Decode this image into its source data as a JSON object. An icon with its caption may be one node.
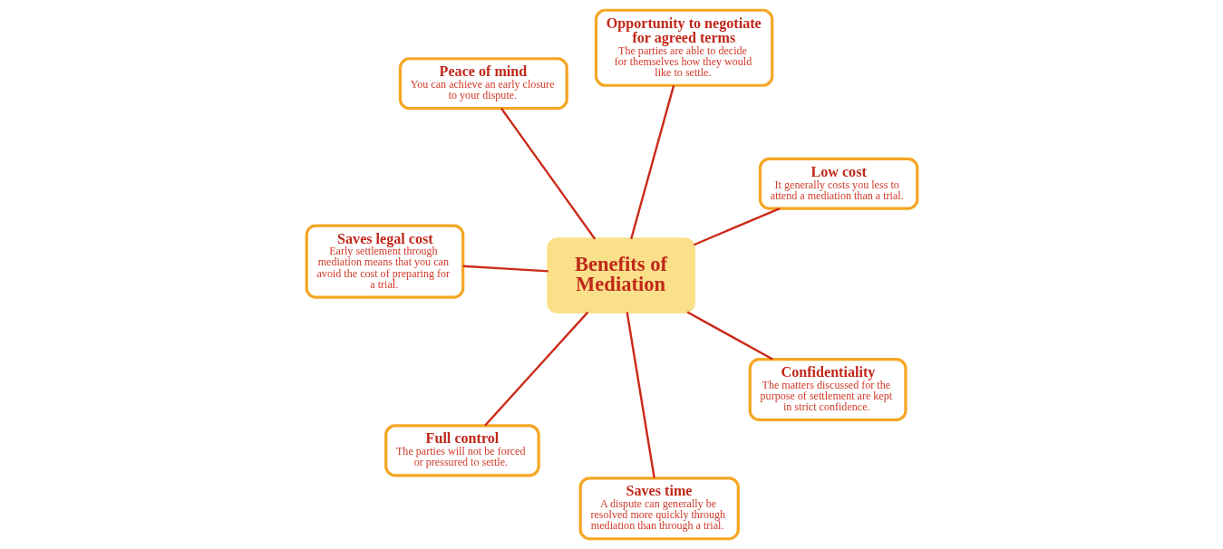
{
  "diagram": {
    "nodes": [
      {
        "text": [
          "Saves legal cost",
          "Early settlement through mediation means that you can avoid the cost of preparing for a trial."
        ]
      },
      {
        "text": [
          "Low cost",
          "It generally costs you less to attend a mediation than a trial."
        ]
      },
      {
        "text": [
          "Saves time",
          "A dispute can generally be resolved more quickly through mediation than through a trial."
        ]
      },
      {
        "text": [
          "Opportunity to negotiate for agreed terms",
          "The parties are able to decide for themselves how they would like to settle."
        ]
      },
      {
        "text": [
          "Benefits of Mediation"
        ]
      },
      {
        "text": [
          "Peace of mind",
          "You can achieve an early closure to your dispute."
        ]
      },
      {
        "text": [
          "Full control",
          "The parties will not be forced or pressured to settle."
        ]
      },
      {
        "text": [
          "Confidentiality",
          "The matters discussed for the purpose of settlement are kept in strict confidence."
        ]
      }
    ],
    "edges": [
      {
        "from": 4,
        "to": 0,
        "arrow": "none"
      },
      {
        "from": 4,
        "to": 1,
        "arrow": "none"
      },
      {
        "from": 4,
        "to": 2,
        "arrow": "none"
      },
      {
        "from": 4,
        "to": 3,
        "arrow": "none"
      },
      {
        "from": 4,
        "to": 5,
        "arrow": "none"
      },
      {
        "from": 4,
        "to": 6,
        "arrow": "none"
      },
      {
        "from": 4,
        "to": 7,
        "arrow": "none"
      }
    ]
  }
}
